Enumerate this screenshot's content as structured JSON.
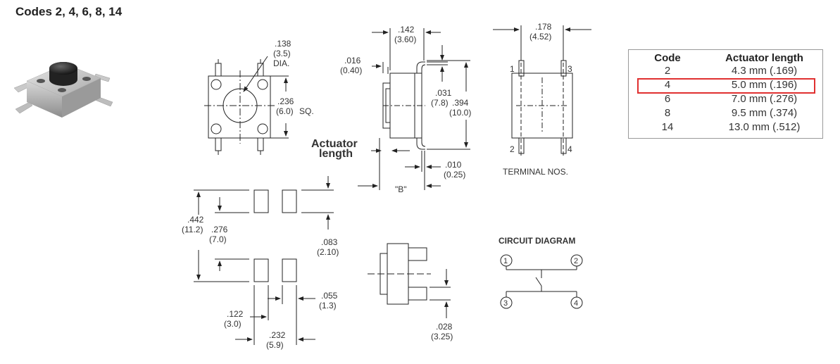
{
  "heading": "Codes 2, 4, 6, 8, 14",
  "table": {
    "headers": [
      "Code",
      "Actuator length"
    ],
    "rows": [
      [
        "2",
        "4.3 mm (.169)"
      ],
      [
        "4",
        "5.0 mm (.196)"
      ],
      [
        "6",
        "7.0 mm (.276)"
      ],
      [
        "8",
        "9.5 mm (.374)"
      ],
      [
        "14",
        "13.0 mm (.512)"
      ]
    ],
    "highlighted_row": 1,
    "highlight_color": "#e03030"
  },
  "top_view": {
    "dia": [
      ".138",
      "(3.5)",
      "DIA."
    ],
    "sq": [
      ".236",
      "(6.0)",
      "SQ."
    ]
  },
  "side_view": {
    "width": [
      ".142",
      "(3.60)"
    ],
    "lead": [
      ".016",
      "(0.40)"
    ],
    "offset": [
      ".031",
      "(7.8)"
    ],
    "height": [
      ".394",
      "(10.0)"
    ],
    "thick": [
      ".010",
      "(0.25)"
    ],
    "actuator_label": [
      "Actuator",
      "length"
    ],
    "b_label": "\"B\""
  },
  "terminal_view": {
    "width": [
      ".178",
      "(4.52)"
    ],
    "nums": [
      "1",
      "3",
      "2",
      "4"
    ],
    "caption": "TERMINAL NOS."
  },
  "footprint": {
    "outer": [
      ".442",
      "(11.2)"
    ],
    "inner": [
      ".276",
      "(7.0)"
    ],
    "pad_h": [
      ".083",
      "(2.10)"
    ],
    "pad_w": [
      ".055",
      "(1.3)"
    ],
    "pitch": [
      ".122",
      "(3.0)"
    ],
    "span": [
      ".232",
      "(5.9)"
    ]
  },
  "bottom_view": {
    "gap": [
      ".028",
      "(3.25)"
    ]
  },
  "circuit": {
    "title": "CIRCUIT  DIAGRAM",
    "pins": [
      "1",
      "2",
      "3",
      "4"
    ]
  }
}
